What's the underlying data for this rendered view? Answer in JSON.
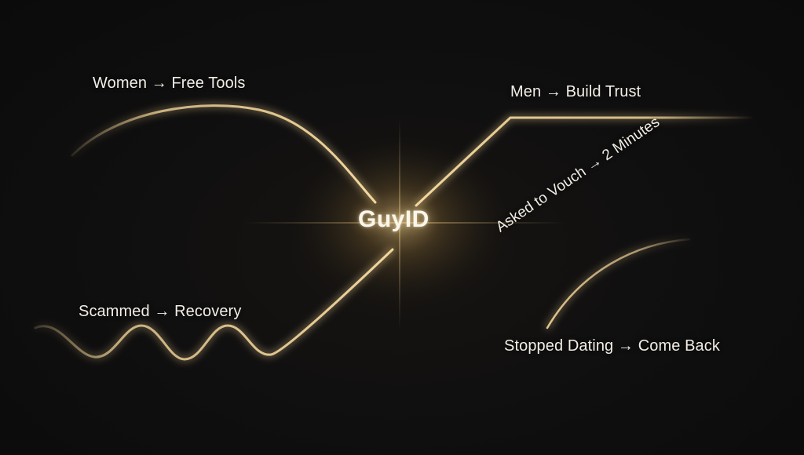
{
  "center": {
    "title": "GuyID"
  },
  "labels": {
    "women": "Women → Free Tools",
    "men": "Men → Build Trust",
    "scammed": "Scammed → Recovery",
    "vouch": "Asked to Vouch → 2 Minutes",
    "stopped": "Stopped Dating → Come Back"
  },
  "colors": {
    "background": "#0e0e0e",
    "gold": "#e3c78e",
    "gold_glow": "#f5d48a",
    "text": "#f2eee6"
  }
}
